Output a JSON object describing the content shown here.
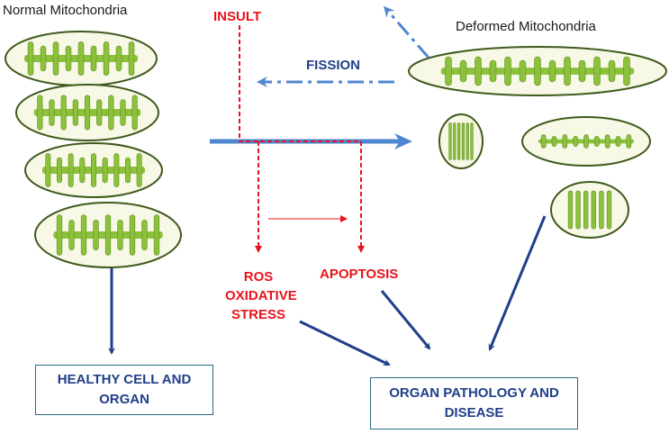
{
  "labels": {
    "normal": "Normal Mitochondria",
    "deformed": "Deformed Mitochondria",
    "insult": "INSULT",
    "fission": "FISSION",
    "ros_lines": [
      "ROS",
      "OXIDATIVE",
      "STRESS"
    ],
    "apoptosis": "APOPTOSIS"
  },
  "boxes": {
    "healthy": [
      "HEALTHY CELL AND",
      "ORGAN"
    ],
    "pathology": [
      "ORGAN PATHOLOGY AND",
      "DISEASE"
    ]
  },
  "colors": {
    "membrane_fill": "#f7f8e6",
    "membrane_stroke": "#3e5a1c",
    "cristae": "#8dc13c",
    "cristae_dark": "#5e8f24",
    "arrow_dark_blue": "#1f3f8a",
    "arrow_light_blue": "#4f86cf",
    "red": "#e8141c"
  }
}
